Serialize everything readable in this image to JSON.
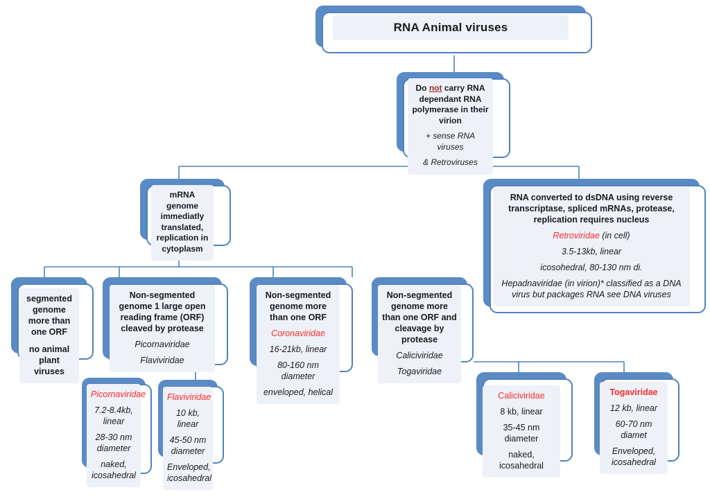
{
  "title": "RNA Animal viruses",
  "nodes": {
    "root": {
      "label": "RNA Animal viruses"
    },
    "no_rdrp": {
      "line1_a": "Do ",
      "line1_not": "not",
      "line1_b": " carry RNA dependant RNA polymerase in their virion",
      "sub1": "+ sense RNA viruses",
      "sub2": "& Retroviruses"
    },
    "mrna": {
      "label": "mRNA genome immediatly translated, replication in cytoplasm"
    },
    "retro": {
      "heading": "RNA converted to dsDNA using reverse transcriptase, spliced mRNAs, protease, replication requires nucleus",
      "family": "Retroviridae",
      "family_note": " (in cell)",
      "detail1": "3.5-13kb, linear",
      "detail2": "icosohedral, 80-130 nm di.",
      "note": "Hepadnaviridae (in virion)* classified as a DNA virus but packages RNA see DNA viruses"
    },
    "segmented": {
      "heading": "segmented genome more than one ORF",
      "sub": "no animal plant viruses"
    },
    "nonseg_one_orf": {
      "heading": "Non-segmented genome 1 large open reading frame (ORF) cleaved by protease",
      "fam1": "Picornaviridae",
      "fam2": "Flaviviridae"
    },
    "nonseg_more_orf": {
      "heading": "Non-segmented genome more than one ORF",
      "family": "Coronaviridae",
      "detail1": "16-21kb, linear",
      "detail2": "80-160 nm diameter",
      "detail3": "enveloped, helical"
    },
    "nonseg_cleavage": {
      "heading": "Non-segmented genome more than one ORF and cleavage by protease",
      "fam1": "Caliciviridae",
      "fam2": "Togaviridae"
    },
    "picorna": {
      "family": "Picornaviridae",
      "detail1": "7.2-8.4kb, linear",
      "detail2": "28-30 nm diameter",
      "detail3": "naked, icosahedral"
    },
    "flavi": {
      "family": "Flaviviridae",
      "detail1": "10 kb, linear",
      "detail2": "45-50 nm diameter",
      "detail3": "Enveloped, icosahedral"
    },
    "calici": {
      "family": "Caliciviridae",
      "detail1": "8 kb, linear",
      "detail2": "35-45 nm diameter",
      "detail3": "naked, icosahedral"
    },
    "toga": {
      "family": "Togaviridae",
      "detail1": "12 kb, linear",
      "detail2": "60-70 nm diamet",
      "detail3": "Enveloped, icosahedral"
    }
  },
  "colors": {
    "box_blue": "#5b8bc4",
    "border_blue": "#4f81bd",
    "inner_fill": "#eef1f8",
    "family_red": "#fb2b2b",
    "not_maroon": "#9e2b25",
    "text": "#1a1a1a"
  }
}
